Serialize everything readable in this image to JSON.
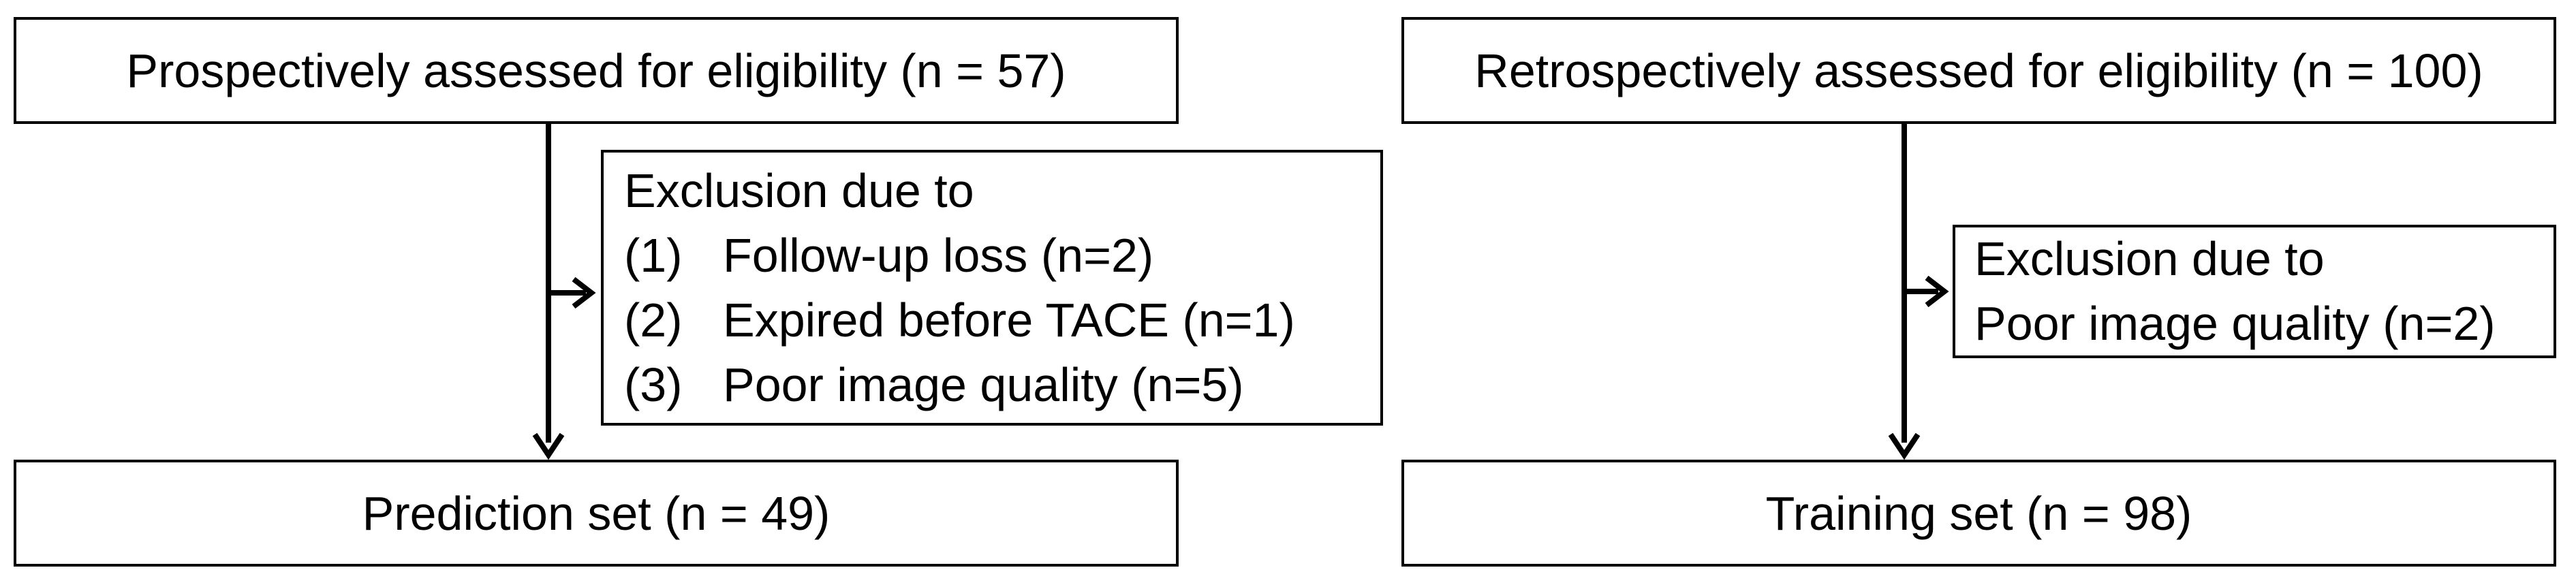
{
  "left": {
    "top_box": "Prospectively assessed for eligibility (n = 57)",
    "exclusion": {
      "heading": "Exclusion due to",
      "items": [
        {
          "num": "(1)",
          "text": "Follow-up loss (n=2)"
        },
        {
          "num": "(2)",
          "text": "Expired before TACE (n=1)"
        },
        {
          "num": "(3)",
          "text": "Poor image quality (n=5)"
        }
      ]
    },
    "bottom_box": "Prediction set (n = 49)"
  },
  "right": {
    "top_box": "Retrospectively assessed for eligibility (n = 100)",
    "exclusion": {
      "heading": "Exclusion due to",
      "line2": "Poor image quality (n=2)"
    },
    "bottom_box": "Training set (n = 98)"
  }
}
